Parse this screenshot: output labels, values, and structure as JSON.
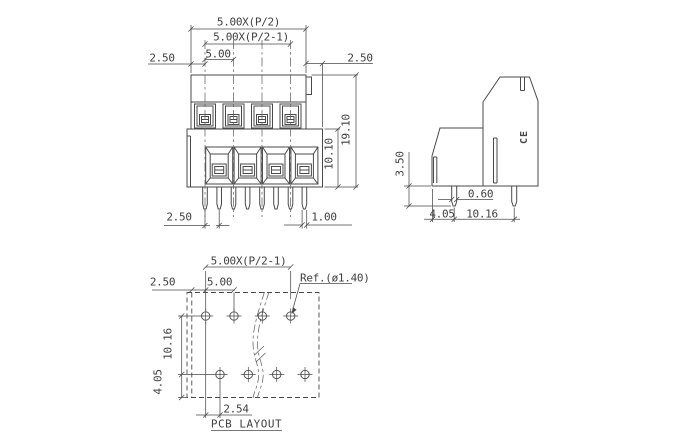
{
  "drawing": {
    "background_color": "#ffffff",
    "line_color": "#4a4a4a",
    "text_color": "#3f3f3f",
    "front_view": {
      "pitch_total": "5.00X(P/2)",
      "pitch_span": "5.00X(P/2-1)",
      "pitch": "5.00",
      "offset_top_left": "2.50",
      "offset_top_right": "2.50",
      "height_total": "19.10",
      "height_lower": "10.10",
      "pin_gap": "2.50",
      "pin_width": "1.00"
    },
    "side_view": {
      "pin_length": "3.50",
      "pin_thickness": "0.60",
      "pin_offset": "4.05",
      "row_pitch": "10.16",
      "ce_mark": "CE"
    },
    "pcb_layout": {
      "pitch_span": "5.00X(P/2-1)",
      "edge_offset": "2.50",
      "pitch": "5.00",
      "hole_ref": "Ref.(ø1.40)",
      "row_pitch": "10.16",
      "edge_margin": "4.05",
      "stagger": "2.54",
      "caption": "PCB LAYOUT"
    }
  }
}
